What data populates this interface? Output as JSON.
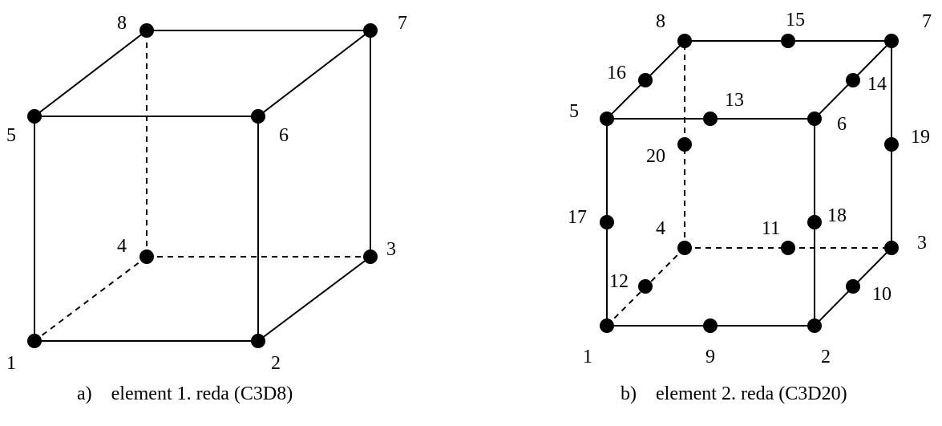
{
  "figure_a": {
    "caption_tag": "a)",
    "caption_text": "element 1. reda (C3D8)",
    "node_labels": [
      "1",
      "2",
      "3",
      "4",
      "5",
      "6",
      "7",
      "8"
    ]
  },
  "figure_b": {
    "caption_tag": "b)",
    "caption_text": "element 2. reda (C3D20)",
    "node_labels": [
      "1",
      "2",
      "3",
      "4",
      "5",
      "6",
      "7",
      "8",
      "9",
      "10",
      "11",
      "12",
      "13",
      "14",
      "15",
      "16",
      "17",
      "18",
      "19",
      "20"
    ]
  }
}
